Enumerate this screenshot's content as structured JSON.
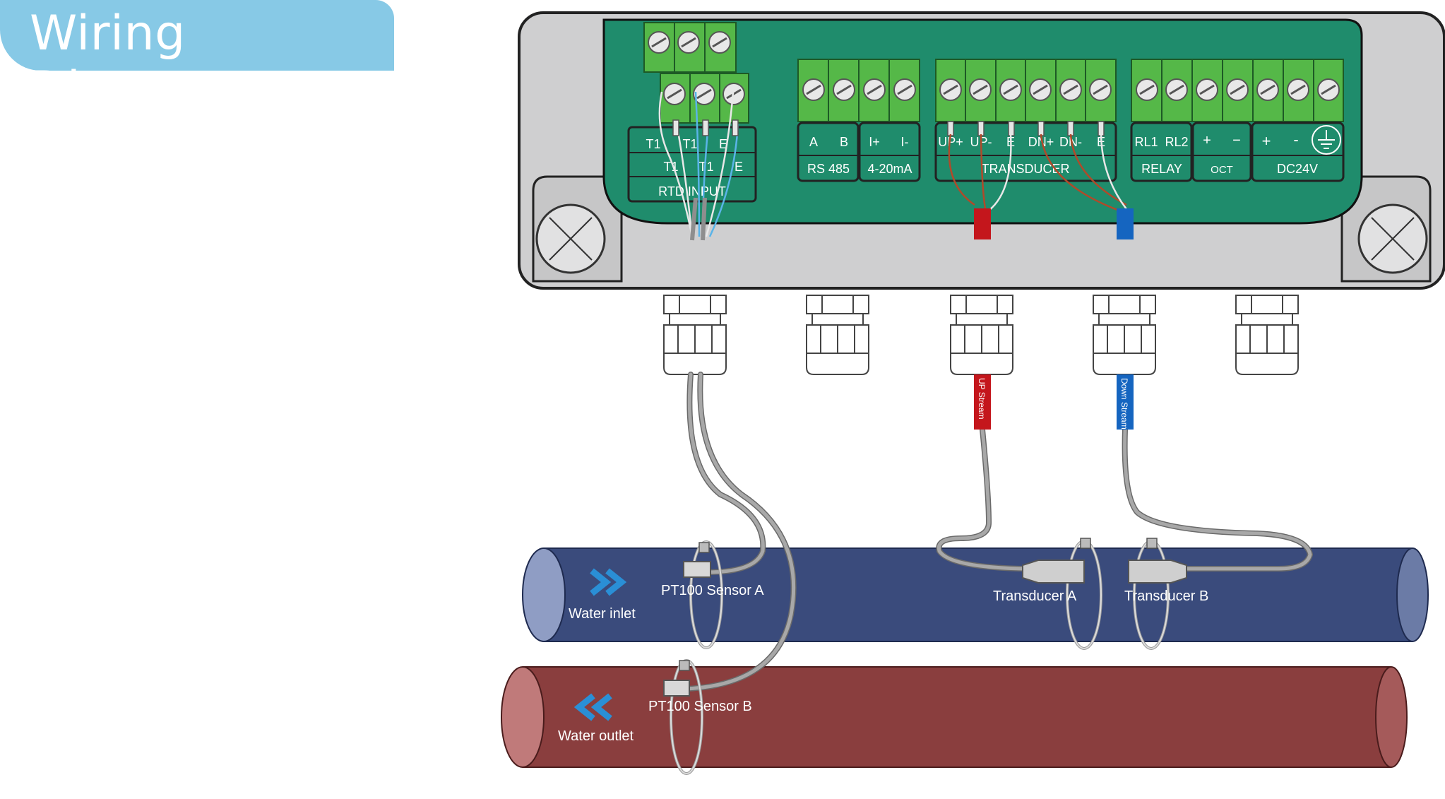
{
  "title": "Wiring Diagram",
  "terminals": {
    "rtd": {
      "top_labels": [
        "T1",
        "T1",
        "E"
      ],
      "bottom_labels": [
        "T1",
        "T1",
        "E"
      ],
      "group_label": "RTD INPUT"
    },
    "rs485": {
      "labels": [
        "A",
        "B"
      ],
      "group_label": "RS 485"
    },
    "current_out": {
      "labels": [
        "I+",
        "I-"
      ],
      "group_label": "4-20mA"
    },
    "transducer": {
      "labels": [
        "UP+",
        "UP-",
        "E",
        "DN+",
        "DN-",
        "E"
      ],
      "group_label": "TRANSDUCER"
    },
    "relay": {
      "labels": [
        "RL1",
        "RL2"
      ],
      "group_label": "RELAY"
    },
    "oct": {
      "labels": [
        "+",
        "−"
      ],
      "group_label": "OCT"
    },
    "power": {
      "labels": [
        "+",
        "-"
      ],
      "group_label": "DC24V"
    }
  },
  "cable_tags": {
    "upstream": "UP Stream",
    "downstream": "Down Stream"
  },
  "sensors": {
    "pt100_a": "PT100 Sensor A",
    "pt100_b": "PT100 Sensor B",
    "transducer_a": "Transducer A",
    "transducer_b": "Transducer B"
  },
  "pipes": {
    "inlet_label": "Water inlet",
    "outlet_label": "Water outlet"
  },
  "colors": {
    "title_bg": "#87c9e6",
    "pcb": "#1f8c6c",
    "terminal_green": "#55b848",
    "enclosure": "#cfcfd0",
    "inlet_pipe": "#3a4b7c",
    "outlet_pipe": "#8a3e3e",
    "upstream_tag": "#c4161c",
    "downstream_tag": "#1565c0",
    "arrow_blue": "#2a8fd6",
    "cable": "#8e8e8e"
  }
}
